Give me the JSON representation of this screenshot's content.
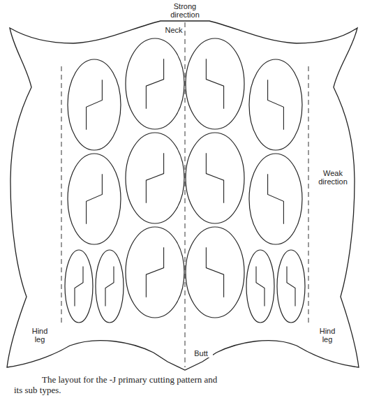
{
  "diagram": {
    "caption": "The layout for the -J primary cutting pattern and its sub types.",
    "labels": [
      "Strong direction",
      "Neck",
      "Weak direction",
      "Hind leg",
      "Butt",
      "Hind leg"
    ]
  }
}
